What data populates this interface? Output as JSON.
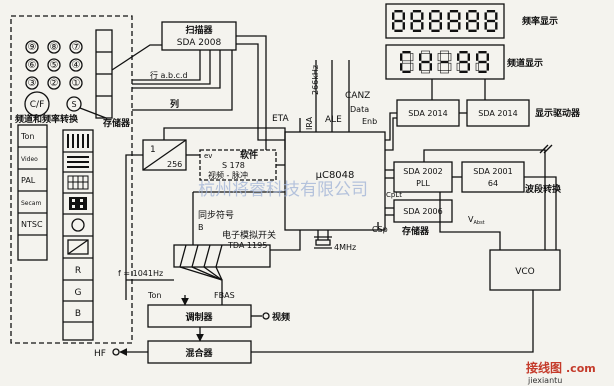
{
  "keypad": {
    "digits": [
      "⑨",
      "⑧",
      "⑦",
      "⑥",
      "⑤",
      "④",
      "③",
      "②",
      "①"
    ],
    "cf_key": "C/F",
    "s_key": "S",
    "switch_label": "频道和频率转换",
    "mode_keys": [
      "Ton",
      "Video",
      "PAL",
      "Secam",
      "NTSC"
    ],
    "color_keys": [
      "R",
      "G",
      "B"
    ],
    "memory_label": "存储器"
  },
  "blocks": {
    "scanner_title": "扫描器",
    "scanner_part": "SDA 2008",
    "row_label": "行 a.b.c.d",
    "column_label": "列",
    "divider_top": "1",
    "divider_bottom": "256",
    "software_title": "软件",
    "software_prefix": "ev",
    "software_part": "S 178",
    "software_desc": "视频 - 脉冲",
    "mcu": "μC8048",
    "sync_label": "同步符号",
    "sync_b": "B",
    "analog_switch_title": "电子模拟开关",
    "analog_switch_part": "TDA 1195",
    "crystal": "4MHz",
    "freq_1041": "f = 1041Hz",
    "fbas": "FBAS",
    "ton": "Ton",
    "modulator": "调制器",
    "video_in": "视频",
    "mixer": "混合器",
    "hf": "HF",
    "drv1": "SDA 2014",
    "drv2": "SDA 2014",
    "driver_label": "显示驱动器",
    "pll_part": "SDA 2002",
    "pll_label": "PLL",
    "prescaler_part": "SDA 2001",
    "prescaler_ratio": "64",
    "store_part": "SDA 2006",
    "store_label": "存储器",
    "band_switch": "波段转换",
    "vco": "VCO",
    "vabst": "V",
    "vabst_sub": "Abst"
  },
  "signals": {
    "eta": "ETA",
    "ira": "IRA",
    "khz": "266kHz",
    "ale": "ALE",
    "canz": "CANZ",
    "data": "Data",
    "enb": "Enb",
    "cplt": "CpLt",
    "csp": "CSp"
  },
  "displays": {
    "freq_digits": "888888",
    "freq_label": "频率显示",
    "channel_text": "CH-99",
    "channel_label": "频道显示"
  },
  "watermark": {
    "company": "杭州将睿科技有限公司",
    "site_cn": "接线图",
    "site_com": ".com",
    "site_url": "jiexiantu"
  }
}
